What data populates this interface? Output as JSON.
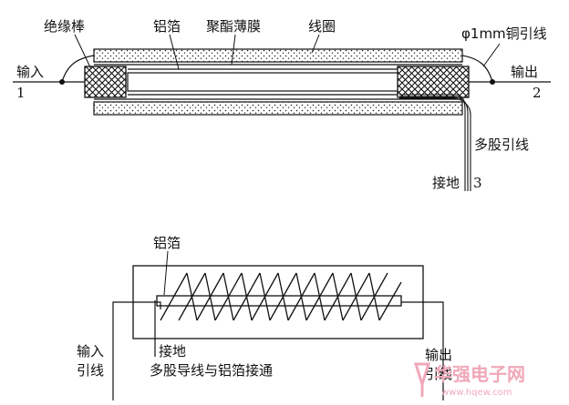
{
  "top_diagram": {
    "labels": {
      "insulating_rod": "绝缘棒",
      "aluminum_foil": "铝箔",
      "polyester_film": "聚酯薄膜",
      "coil": "线圈",
      "copper_lead": "φ1mm铜引线",
      "input": "输入",
      "input_num": "1",
      "output": "输出",
      "output_num": "2",
      "multi_strand": "多股引线",
      "ground": "接地",
      "ground_num": "3"
    }
  },
  "bottom_diagram": {
    "labels": {
      "aluminum_foil": "铝箔",
      "input_line1": "输入",
      "input_line2": "引线",
      "ground": "接地",
      "note": "多股导线与铝箔接通",
      "output_line1": "输出",
      "output_line2": "引线"
    }
  },
  "watermark": {
    "brand": "华强电子网",
    "url": "www.hqew.com"
  },
  "colors": {
    "ink": "#111111",
    "watermark": "#f0a8b8"
  }
}
